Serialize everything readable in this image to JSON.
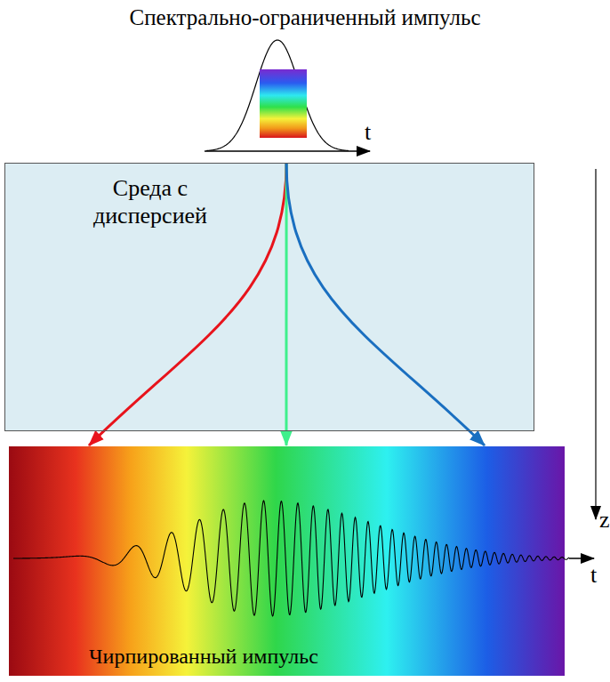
{
  "diagram": {
    "title": "Спектрально-ограниченный импульс",
    "nodes": [
      {
        "text": [
          "Среда с дисперсией"
        ]
      },
      {
        "text": [
          "Чирпированный импульс"
        ]
      }
    ],
    "edges": [
      {
        "from": 0,
        "to": 1,
        "arrow": "to"
      },
      {
        "from": 0,
        "to": 1,
        "arrow": "to"
      },
      {
        "from": 0,
        "to": 1,
        "arrow": "to"
      }
    ],
    "labels": [
      "t",
      "z",
      "t"
    ]
  }
}
